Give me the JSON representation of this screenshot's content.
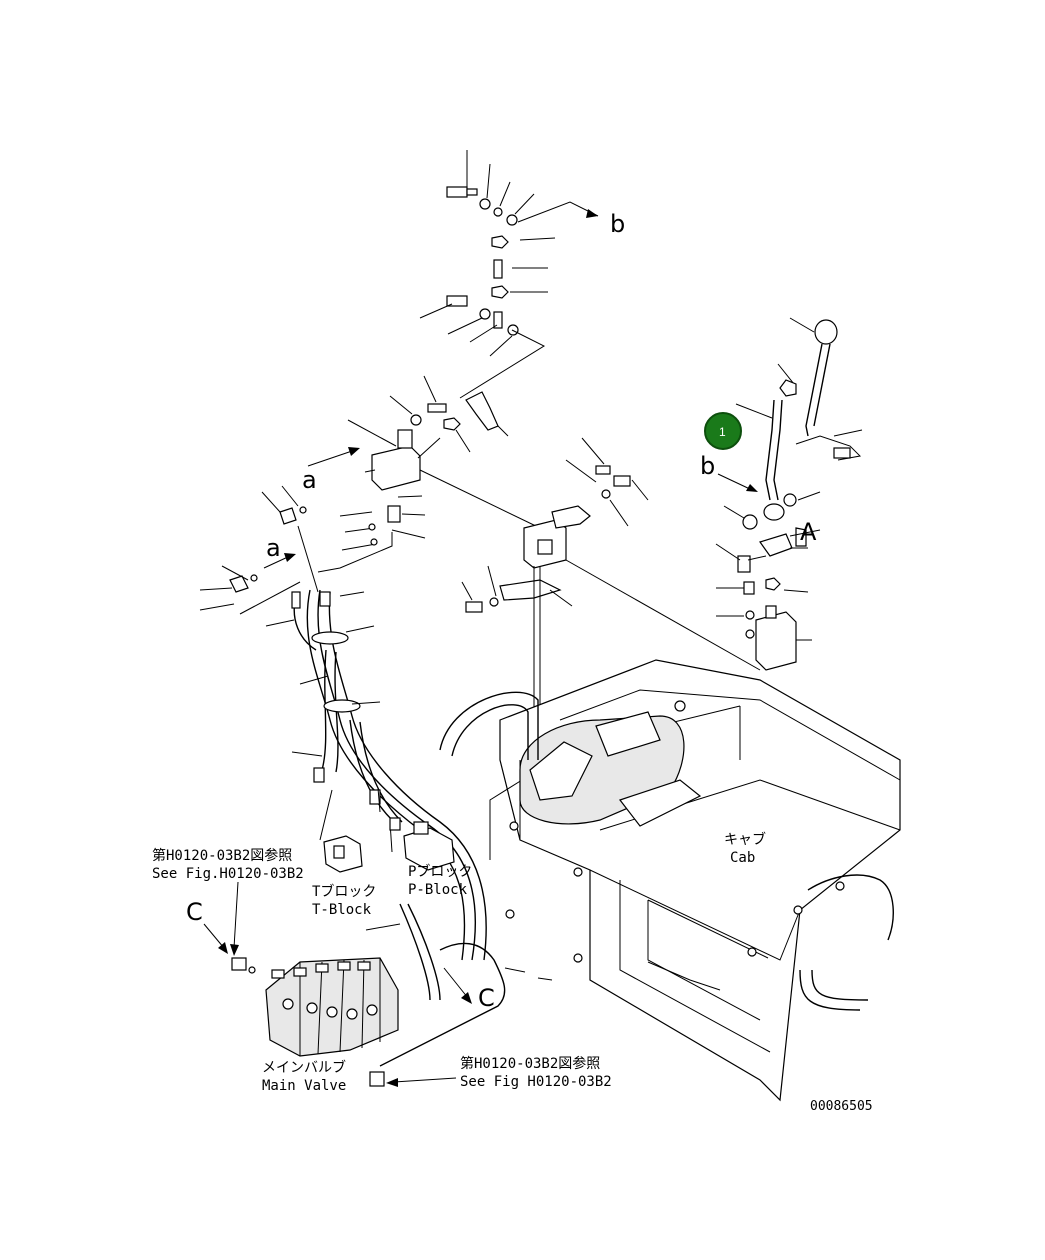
{
  "labels": {
    "ref_a1": "a",
    "ref_a2": "a",
    "ref_b_top": "b",
    "ref_b_lever": "b",
    "ref_c_left": "C",
    "ref_c_hose": "C",
    "ref_A": "A",
    "cab_jp": "キャブ",
    "cab_en": "Cab",
    "tblock_jp": "Tブロック",
    "tblock_en": "T-Block",
    "pblock_jp": "Pブロック",
    "pblock_en": "P-Block",
    "mainvalve_jp": "メインバルブ",
    "mainvalve_en": "Main Valve",
    "seefig1_jp": "第H0120-03B2図参照",
    "seefig1_en": "See Fig.H0120-03B2",
    "seefig2_jp": "第H0120-03B2図参照",
    "seefig2_en": "See Fig H0120-03B2",
    "drawing_no": "00086505"
  },
  "marker": {
    "number": "1",
    "color": "#1a7a1a"
  }
}
